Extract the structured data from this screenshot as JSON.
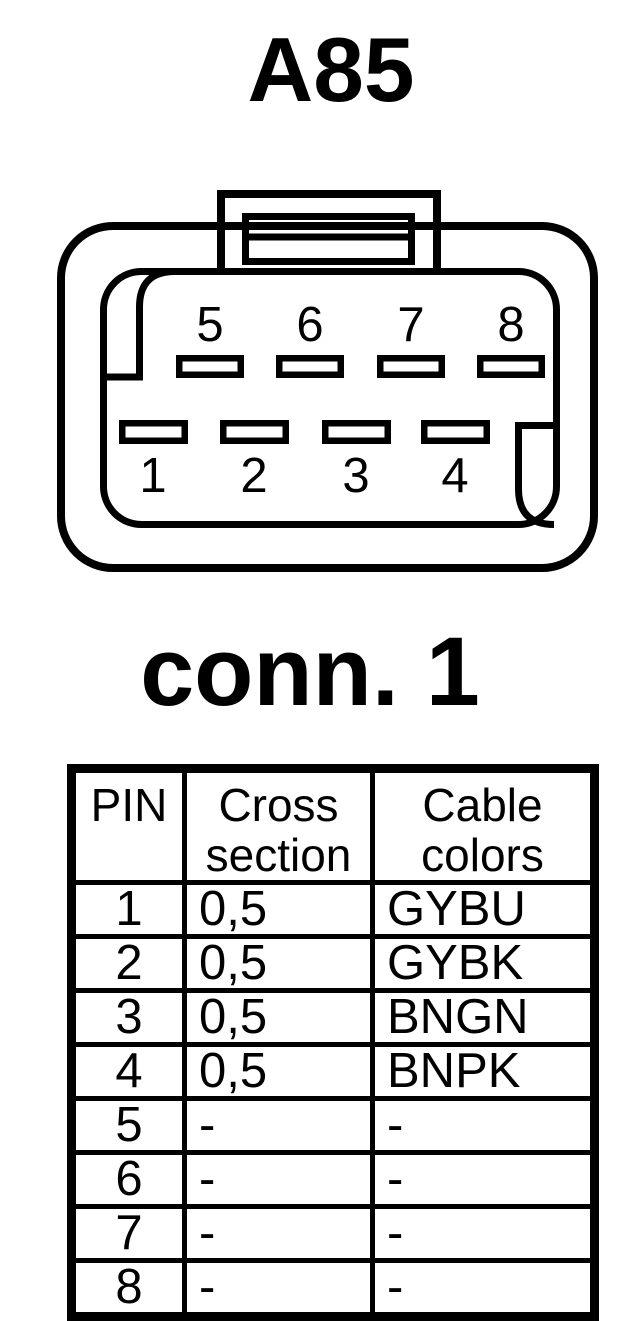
{
  "page": {
    "background": "#ffffff",
    "ink": "#000000"
  },
  "title": "A85",
  "connector": {
    "label": "conn. 1",
    "pins_top": [
      "5",
      "6",
      "7",
      "8"
    ],
    "pins_bottom": [
      "1",
      "2",
      "3",
      "4"
    ]
  },
  "table": {
    "headers": [
      {
        "lines": [
          "PIN"
        ]
      },
      {
        "lines": [
          "Cross",
          "section"
        ]
      },
      {
        "lines": [
          "Cable",
          "colors"
        ]
      }
    ],
    "rows": [
      {
        "pin": "1",
        "cross_section": "0,5",
        "cable_colors": "GYBU"
      },
      {
        "pin": "2",
        "cross_section": "0,5",
        "cable_colors": "GYBK"
      },
      {
        "pin": "3",
        "cross_section": "0,5",
        "cable_colors": "BNGN"
      },
      {
        "pin": "4",
        "cross_section": "0,5",
        "cable_colors": "BNPK"
      },
      {
        "pin": "5",
        "cross_section": "-",
        "cable_colors": "-"
      },
      {
        "pin": "6",
        "cross_section": "-",
        "cable_colors": "-"
      },
      {
        "pin": "7",
        "cross_section": "-",
        "cable_colors": "-"
      },
      {
        "pin": "8",
        "cross_section": "-",
        "cable_colors": "-"
      }
    ]
  }
}
